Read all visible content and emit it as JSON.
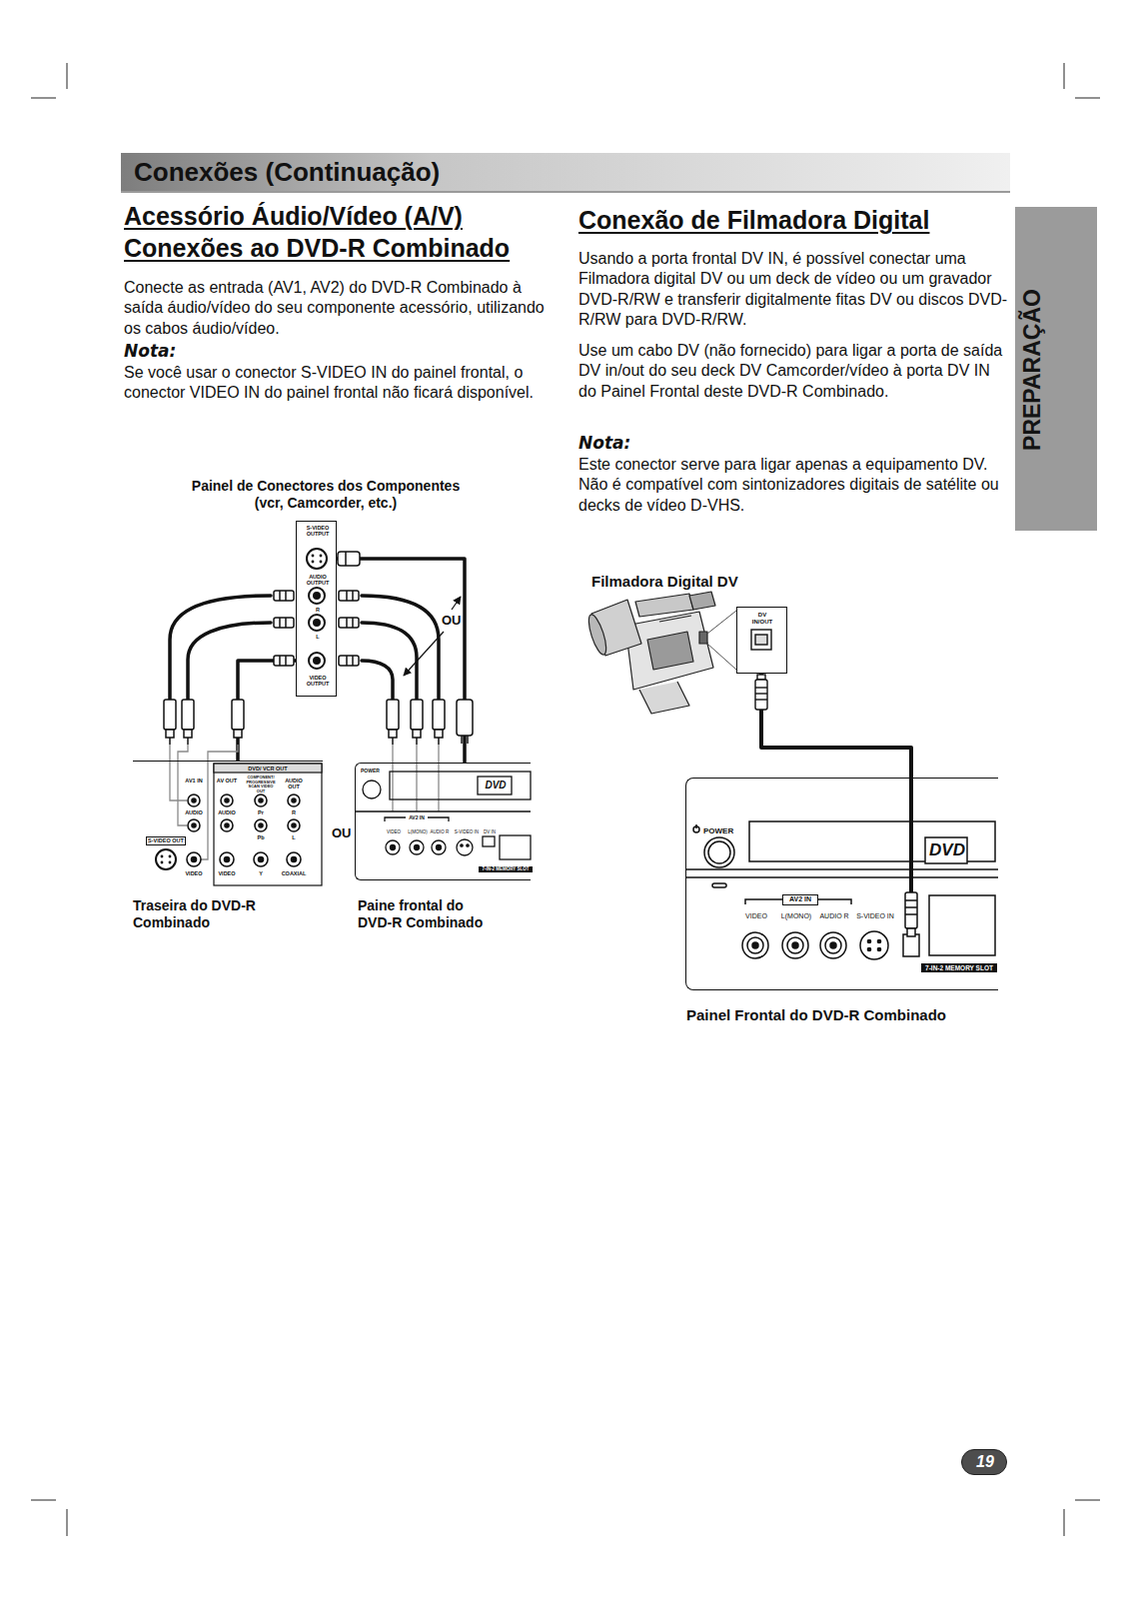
{
  "diagram": {
    "title": "Conexões (Continuação)",
    "nodes": [
      {
        "text": [
          "Painel de Conectores dos Componentes (vcr, Camcorder, etc.)",
          "S-VIDEO OUTPUT",
          "AUDIO OUTPUT",
          "R",
          "L",
          "VIDEO OUTPUT"
        ]
      },
      {
        "text": [
          "Traseira do DVD-R Combinado",
          "DVD/ VCR OUT",
          "AV1 IN",
          "AV OUT",
          "COMPONENT/ PROGRESSIVE SCAN VIDEO OUT",
          "AUDIO OUT",
          "AUDIO",
          "AUDIO",
          "Pr",
          "R",
          "Pb",
          "L",
          "S-VIDEO OUT",
          "VIDEO",
          "VIDEO",
          "Y",
          "COAXIAL"
        ]
      },
      {
        "text": [
          "Paine frontal do DVD-R Combinado",
          "POWER",
          "DVD",
          "AV2 IN",
          "VIDEO",
          "L(MONO)",
          "AUDIO R",
          "S-VIDEO IN",
          "DV IN",
          "7-IN-2 MEMORY SLOT"
        ]
      },
      {
        "text": [
          "DV IN/OUT"
        ]
      },
      {
        "text": [
          "Painel Frontal do DVD-R Combinado",
          "POWER",
          "DVD",
          "AV2 IN",
          "VIDEO",
          "L(MONO)",
          "AUDIO R",
          "S-VIDEO IN",
          "7-IN-2 MEMORY SLOT"
        ]
      },
      {
        "text": [
          "PREPARAÇÃO"
        ]
      },
      {
        "text": [
          "19"
        ]
      }
    ],
    "edges": [
      {
        "from": 0,
        "to": 1,
        "arrow": "none"
      },
      {
        "from": 0,
        "to": 2,
        "arrow": "none"
      },
      {
        "from": 3,
        "to": 4,
        "arrow": "none"
      }
    ],
    "labels": [
      "Acessório Áudio/Vídeo (A/V) Conexões ao DVD-R Combinado",
      "Conecte as entrada (AV1, AV2) do DVD-R Combinado à saída áudio/vídeo do seu componente acessório, utilizando os cabos áudio/vídeo.",
      "Nota:",
      "Se você usar o conector S-VIDEO IN do painel frontal, o conector VIDEO IN do painel frontal não ficará disponível.",
      "Conexão de Filmadora Digital",
      "Usando a porta frontal DV IN, é possível conectar uma Filmadora digital DV ou um deck de vídeo ou um gravador DVD-R/RW e transferir digitalmente fitas DV ou discos DVD-R/RW para DVD-R/RW.",
      "Use um cabo DV (não fornecido) para ligar a porta de saída DV in/out do seu deck DV Camcorder/vídeo à porta DV IN do Painel Frontal deste DVD-R Combinado.",
      "Nota:",
      "Este conector serve para ligar apenas a equipamento DV. Não é compatível com sintonizadores digitais de satélite ou decks de vídeo D-VHS.",
      "OU",
      "OU",
      "Filmadora Digital DV"
    ]
  }
}
